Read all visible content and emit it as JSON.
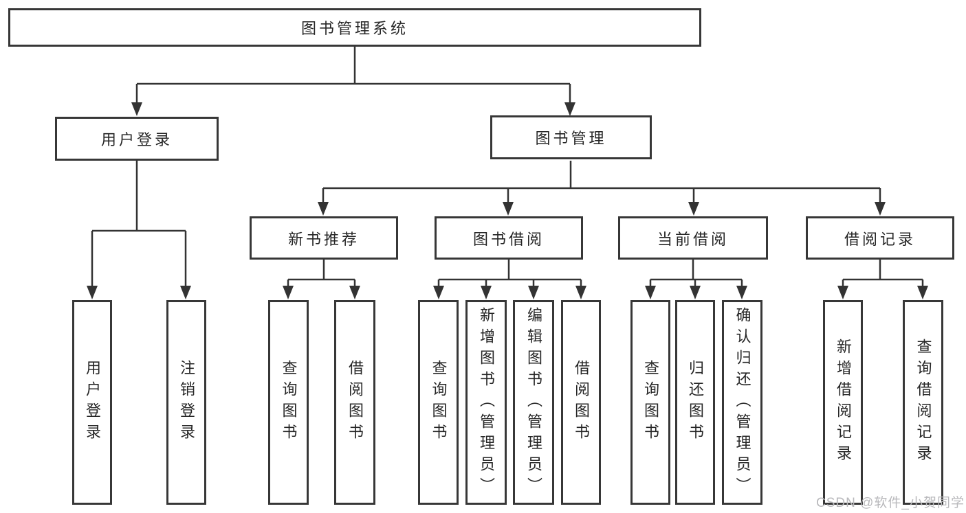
{
  "tree": {
    "root": {
      "label": "图书管理系统"
    },
    "branches": [
      {
        "label": "用户登录",
        "children": [
          {
            "label": "用户登录"
          },
          {
            "label": "注销登录"
          }
        ]
      },
      {
        "label": "图书管理",
        "children": [
          {
            "label": "新书推荐",
            "children": [
              {
                "label": "查询图书"
              },
              {
                "label": "借阅图书"
              }
            ]
          },
          {
            "label": "图书借阅",
            "children": [
              {
                "label": "查询图书"
              },
              {
                "label": "新增图书（管理员）"
              },
              {
                "label": "编辑图书（管理员）"
              },
              {
                "label": "借阅图书"
              }
            ]
          },
          {
            "label": "当前借阅",
            "children": [
              {
                "label": "查询图书"
              },
              {
                "label": "归还图书"
              },
              {
                "label": "确认归还（管理员）"
              }
            ]
          },
          {
            "label": "借阅记录",
            "children": [
              {
                "label": "新增借阅记录"
              },
              {
                "label": "查询借阅记录"
              }
            ]
          }
        ]
      }
    ]
  },
  "watermark": {
    "text": "CSDN @软件_小贺同学"
  },
  "colors": {
    "line": "#333333",
    "box_border": "#373737",
    "text": "#262626",
    "watermark": "#b9b9bc",
    "background": "#ffffff"
  }
}
